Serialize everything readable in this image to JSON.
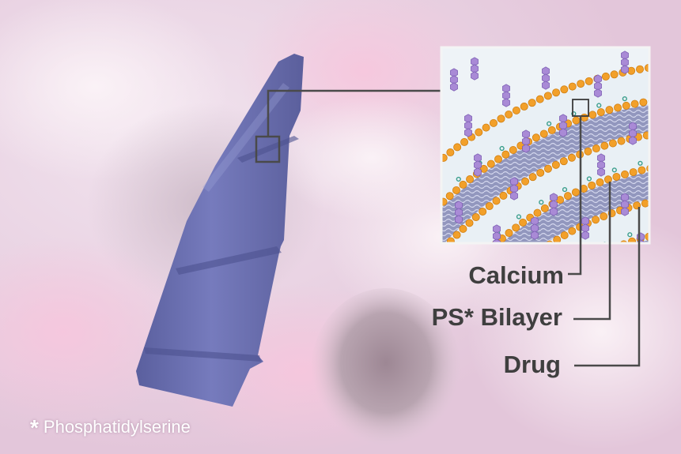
{
  "labels": {
    "calcium": "Calcium",
    "bilayer": "PS* Bilayer",
    "drug": "Drug"
  },
  "footnote": {
    "symbol": "*",
    "text": "Phosphatidylserine"
  },
  "colors": {
    "background_pink": "#e8cfe0",
    "cochleate": "#6a6fb0",
    "calcium_ion": "#f2a02a",
    "ps_headgroup": "#a98ad6",
    "drug_molecule": "#3a9e8c",
    "lipid_tail": "#8b90b8",
    "callout_line": "#4a4a4a",
    "label_text": "#3f3f3f",
    "footnote_text": "#ffffff"
  },
  "icons": [
    "cochleate-cylinder-icon",
    "bilayer-inset-icon"
  ]
}
